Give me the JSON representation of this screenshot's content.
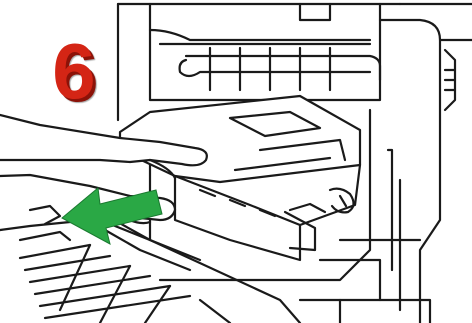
{
  "step": {
    "number": "6",
    "color": "#d42515"
  },
  "arrow": {
    "direction": "left-down",
    "color": "#2aa845"
  },
  "icons": {
    "step_number": "step-number-badge",
    "arrow": "pull-direction-arrow",
    "printer": "printer-body",
    "cartridge": "toner-cartridge",
    "hand": "hand"
  }
}
